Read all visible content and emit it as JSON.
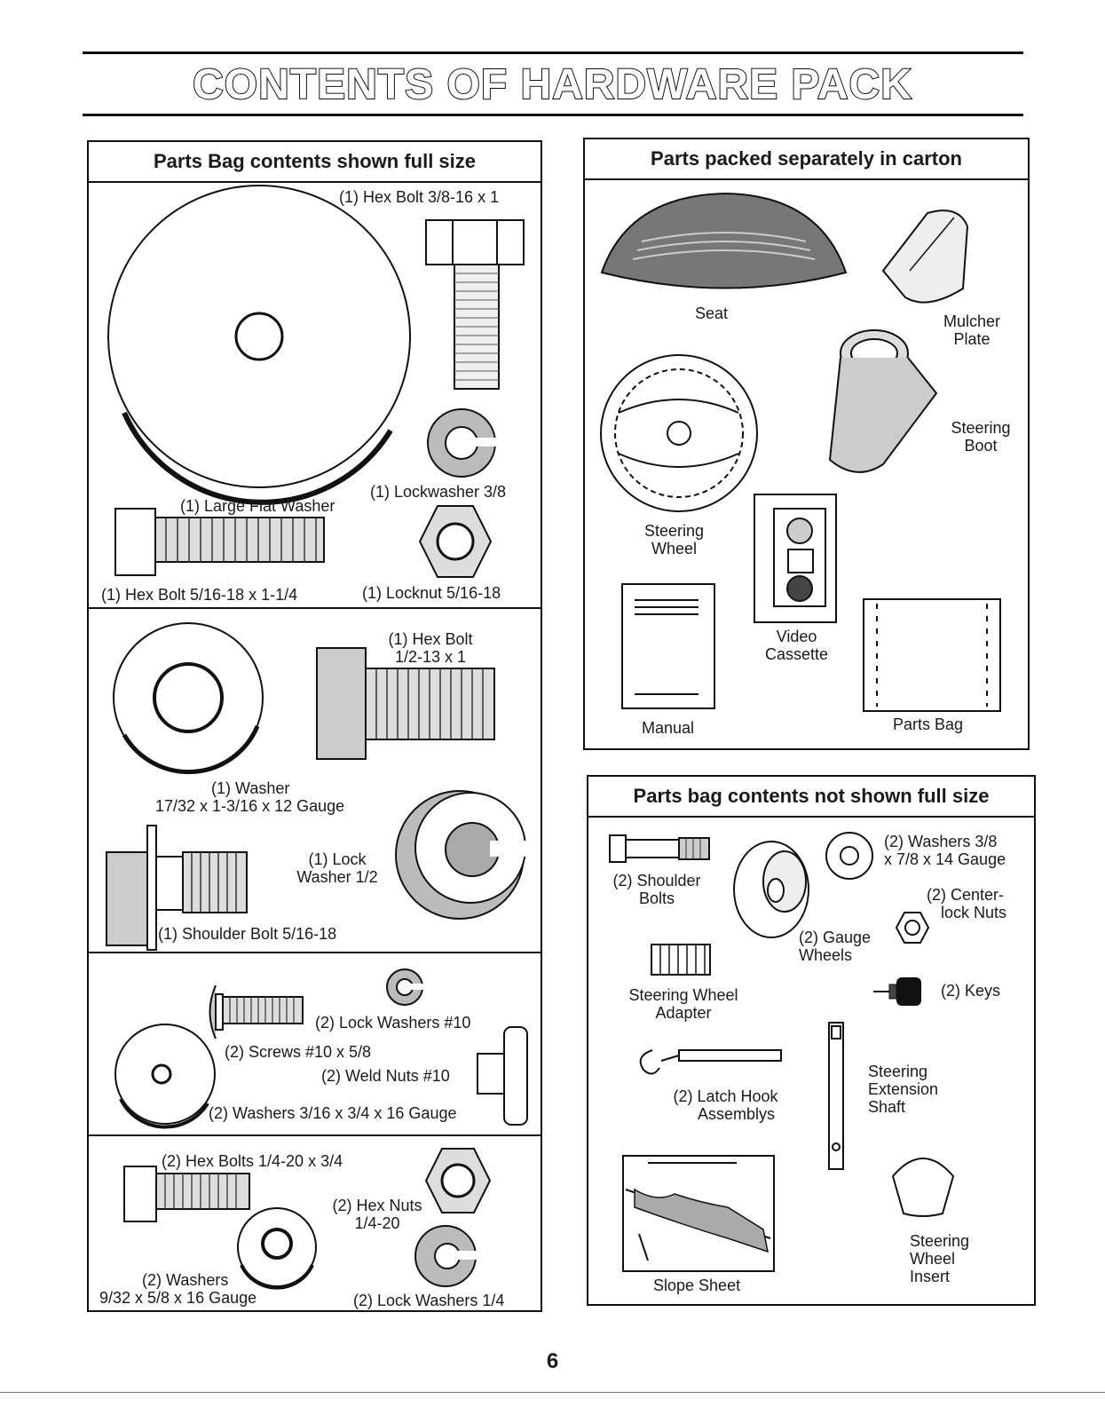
{
  "title": "CONTENTS OF HARDWARE PACK",
  "page_number": "6",
  "left_panel": {
    "header": "Parts Bag contents shown full size",
    "section1": {
      "hex_bolt_3_8": "(1) Hex Bolt 3/8-16 x 1",
      "large_flat_washer": "(1) Large Flat Washer",
      "lockwasher_3_8": "(1) Lockwasher  3/8",
      "hex_bolt_5_16": "(1) Hex Bolt  5/16-18 x 1-1/4",
      "locknut": "(1) Locknut  5/16-18"
    },
    "section2": {
      "hex_bolt_half_line1": "(1) Hex Bolt",
      "hex_bolt_half_line2": "1/2-13 x 1",
      "washer_line1": "(1) Washer",
      "washer_line2": "17/32 x 1-3/16 x 12 Gauge",
      "lock_washer_line1": "(1) Lock",
      "lock_washer_line2": "Washer  1/2",
      "shoulder_bolt": "(1) Shoulder Bolt  5/16-18"
    },
    "section3": {
      "lock_washers_10": "(2) Lock Washers  #10",
      "screws": "(2) Screws  #10 x 5/8",
      "weld_nuts": "(2) Weld Nuts  #10",
      "washers_3_16": "(2) Washers  3/16 x 3/4 x 16 Gauge"
    },
    "section4": {
      "hex_bolts": "(2) Hex Bolts  1/4-20 x 3/4",
      "hex_nuts_line1": "(2) Hex Nuts",
      "hex_nuts_line2": "1/4-20",
      "washers_line1": "(2) Washers",
      "washers_line2": "9/32  x 5/8 x 16 Gauge",
      "lock_washers_1_4": "(2) Lock Washers  1/4"
    }
  },
  "right_top_panel": {
    "header": "Parts packed separately in carton",
    "seat": "Seat",
    "mulcher_line1": "Mulcher",
    "mulcher_line2": "Plate",
    "boot_line1": "Steering",
    "boot_line2": "Boot",
    "wheel_line1": "Steering",
    "wheel_line2": "Wheel",
    "video_line1": "Video",
    "video_line2": "Cassette",
    "manual": "Manual",
    "parts_bag": "Parts Bag"
  },
  "right_bottom_panel": {
    "header": "Parts bag contents not shown full size",
    "washers_line1": "(2) Washers  3/8",
    "washers_line2": "x 7/8 x 14 Gauge",
    "shoulder_line1": "(2) Shoulder",
    "shoulder_line2": "Bolts",
    "centerlock_line1": "(2) Center-",
    "centerlock_line2": "lock Nuts",
    "gauge_line1": "(2) Gauge",
    "gauge_line2": "Wheels",
    "adapter_line1": "Steering Wheel",
    "adapter_line2": "Adapter",
    "keys": "(2) Keys",
    "latch_line1": "(2) Latch Hook",
    "latch_line2": "Assemblys",
    "shaft_line1": "Steering",
    "shaft_line2": "Extension",
    "shaft_line3": "Shaft",
    "slope_sheet": "Slope Sheet",
    "insert_line1": "Steering",
    "insert_line2": "Wheel",
    "insert_line3": "Insert"
  }
}
